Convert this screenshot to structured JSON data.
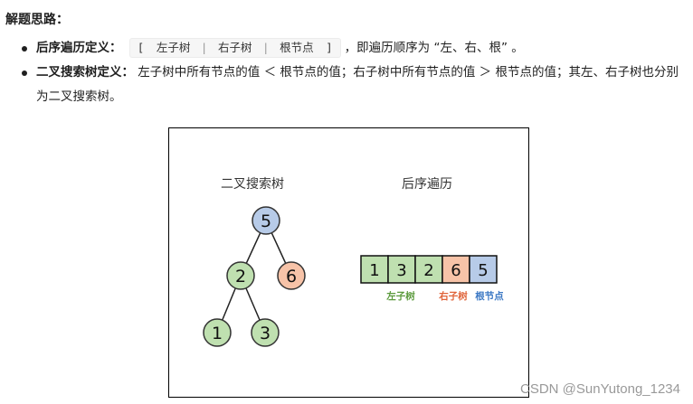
{
  "heading": "解题思路：",
  "bullets": [
    {
      "term": "后序遍历定义：",
      "code_parts": [
        "左子树",
        "|",
        "右子树",
        "|",
        "根节点"
      ],
      "code_open": "[",
      "code_close": "]",
      "text": "，即遍历顺序为 “左、右、根” 。"
    },
    {
      "term": "二叉搜索树定义：",
      "text": "左子树中所有节点的值 ＜ 根节点的值；右子树中所有节点的值 ＞ 根节点的值；其左、右子树也分别为二叉搜索树。"
    }
  ],
  "figure": {
    "tree_title": "二叉搜索树",
    "array_title": "后序遍历",
    "tree_nodes": [
      {
        "label": "5",
        "role": "root"
      },
      {
        "label": "2",
        "role": "left"
      },
      {
        "label": "6",
        "role": "right"
      },
      {
        "label": "1",
        "role": "left"
      },
      {
        "label": "3",
        "role": "left"
      }
    ],
    "array_cells": [
      {
        "label": "1",
        "role": "left"
      },
      {
        "label": "3",
        "role": "left"
      },
      {
        "label": "2",
        "role": "left"
      },
      {
        "label": "6",
        "role": "right"
      },
      {
        "label": "5",
        "role": "root"
      }
    ],
    "legend": {
      "left": "左子树",
      "right": "右子树",
      "root": "根节点"
    },
    "colors": {
      "left_fill": "#bfe0b0",
      "left_text": "#5b9a3c",
      "right_fill": "#f7c3a8",
      "right_text": "#e0643a",
      "root_fill": "#b7cbe8",
      "root_text": "#3b78c4",
      "stroke": "#333333"
    }
  },
  "watermark": "CSDN @SunYutong_1234"
}
